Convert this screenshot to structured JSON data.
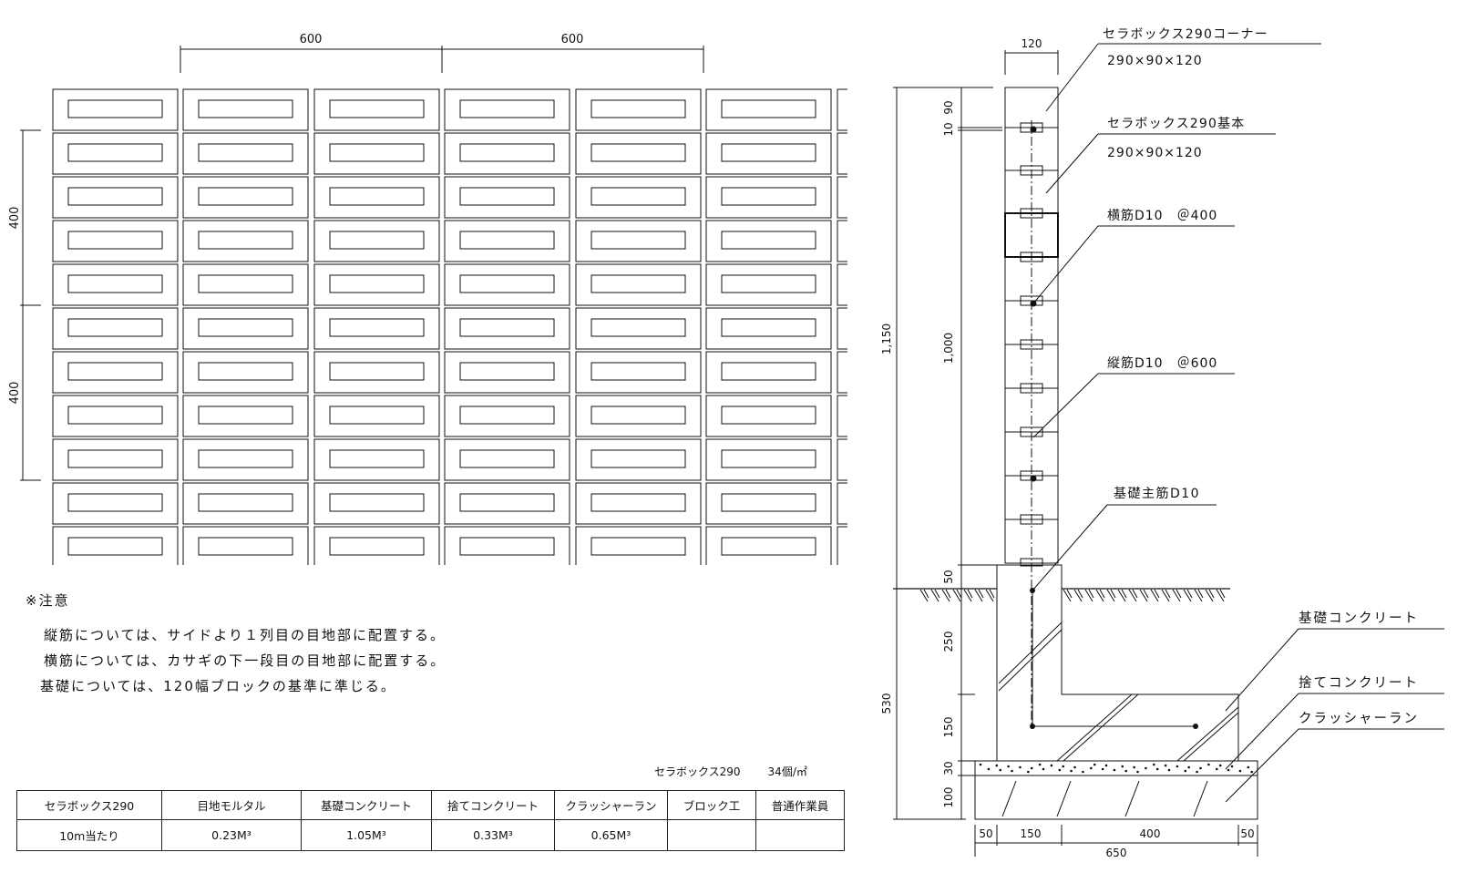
{
  "elevation": {
    "top_dims": [
      "600",
      "600"
    ],
    "left_dims": [
      "400",
      "400"
    ]
  },
  "section": {
    "width_dim": "120",
    "height_total": "1,150",
    "height_wall": "1,000",
    "seg_top": [
      "10",
      "90"
    ],
    "seg_50": "50",
    "footing_total": "530",
    "footing_segs": [
      "250",
      "150",
      "30",
      "100"
    ],
    "bottom_dims": [
      "50",
      "150",
      "400",
      "50"
    ],
    "bottom_total": "650"
  },
  "callouts": {
    "corner_name": "セラボックス290コーナー",
    "corner_size": "290×90×120",
    "basic_name": "セラボックス290基本",
    "basic_size": "290×90×120",
    "horizontal_bar": "横筋D10　＠400",
    "vertical_bar": "縦筋D10　＠600",
    "footing_bar": "基礎主筋D10",
    "footing_concrete": "基礎コンクリート",
    "lean_concrete": "捨てコンクリート",
    "crusher_run": "クラッシャーラン"
  },
  "notes": {
    "title": "※注意",
    "lines": [
      "縦筋については、サイドより１列目の目地部に配置する。",
      "横筋については、カサギの下一段目の目地部に配置する。",
      "基礎については、120幅ブロックの基準に準じる。"
    ]
  },
  "rate": {
    "product": "セラボックス290",
    "count": "34個/㎡"
  },
  "table": {
    "headers": [
      "セラボックス290",
      "目地モルタル",
      "基礎コンクリート",
      "捨てコンクリート",
      "クラッシャーラン",
      "ブロック工",
      "普通作業員"
    ],
    "row": [
      "10m当たり",
      "0.23M³",
      "1.05M³",
      "0.33M³",
      "0.65M³",
      "",
      ""
    ]
  }
}
